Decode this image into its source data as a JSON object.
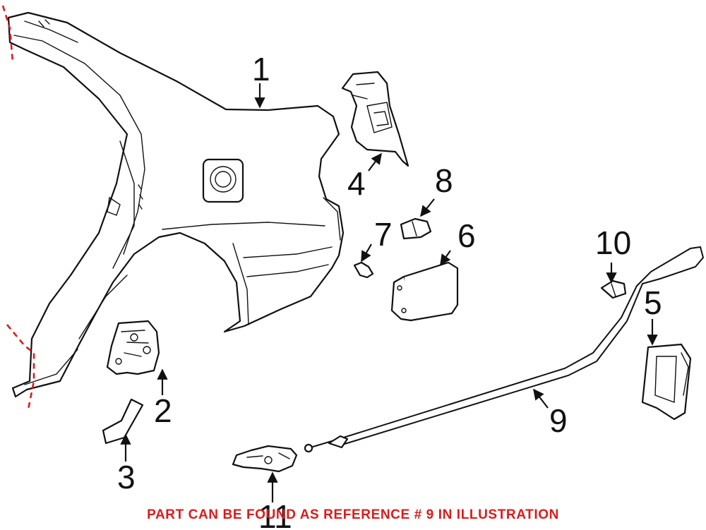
{
  "callouts": {
    "c1": "1",
    "c2": "2",
    "c3": "3",
    "c4": "4",
    "c5": "5",
    "c6": "6",
    "c7": "7",
    "c8": "8",
    "c9": "9",
    "c10": "10",
    "c11": "11"
  },
  "footer_note": "PART CAN BE FOUND AS REFERENCE # 9 IN ILLUSTRATION",
  "colors": {
    "lines": "#111111",
    "cut_marks": "#e01919",
    "note": "#e01919"
  }
}
